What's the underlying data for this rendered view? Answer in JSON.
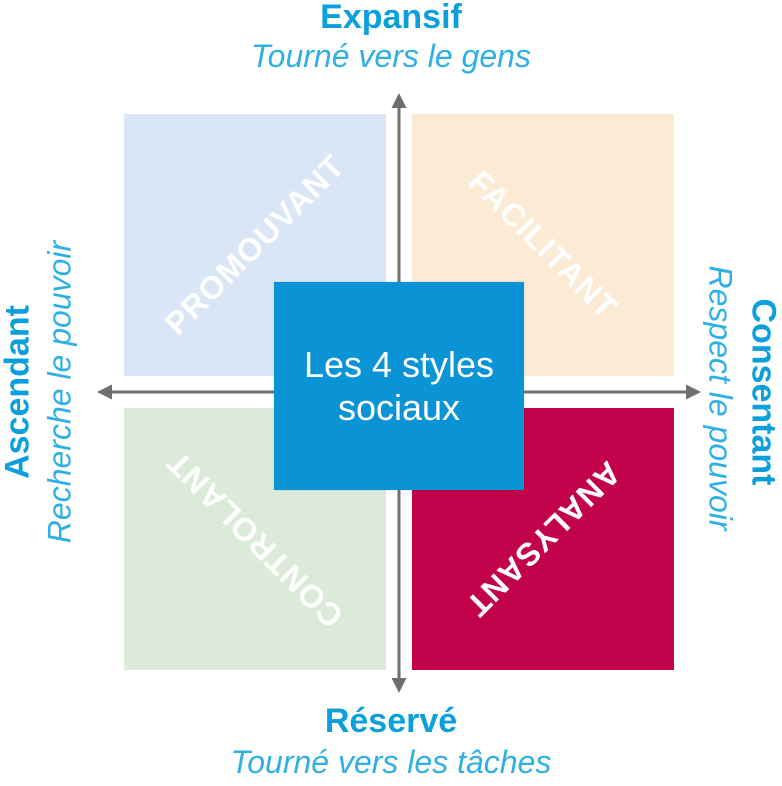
{
  "top": {
    "title": "Expansif",
    "subtitle": "Tourné vers le gens"
  },
  "bottom": {
    "title": "Réservé",
    "subtitle": "Tourné vers les tâches"
  },
  "left": {
    "title": "Ascendant",
    "subtitle": "Recherche le pouvoir"
  },
  "right": {
    "title": "Consentant",
    "subtitle": "Respect le pouvoir"
  },
  "center": {
    "label": "Les 4 styles sociaux",
    "color": "#0a94d6"
  },
  "quadrants": [
    {
      "label": "PROMOUVANT",
      "color": "#dae5f5"
    },
    {
      "label": "FACILITANT",
      "color": "#fcebd4"
    },
    {
      "label": "CONTROLANT",
      "color": "#dcebd9"
    },
    {
      "label": "ANALYSANT",
      "color": "#c2034c"
    }
  ],
  "colors": {
    "axis_text": "#0ba0dc",
    "axis_line": "#6f6f6f"
  }
}
